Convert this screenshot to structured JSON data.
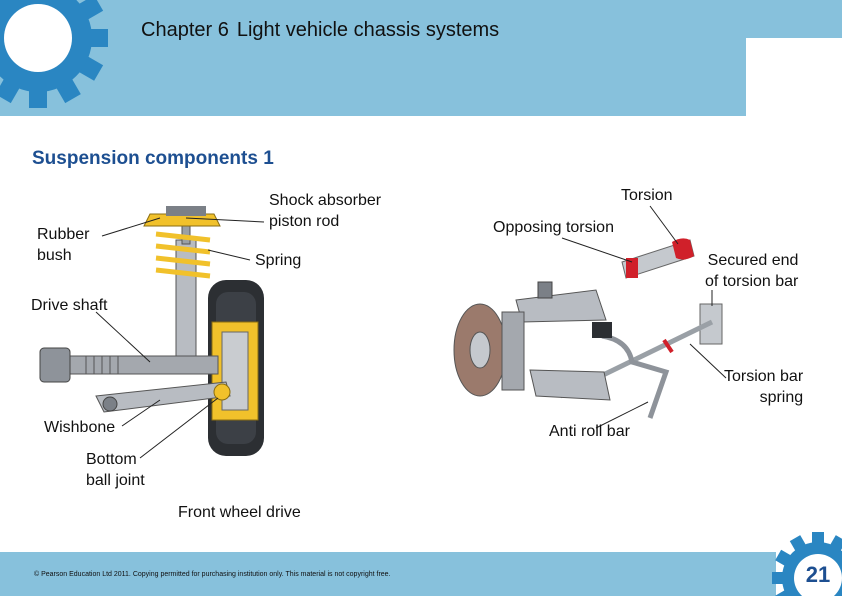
{
  "header": {
    "chapter": "Chapter 6",
    "title": "Light vehicle chassis systems"
  },
  "section_title": "Suspension components 1",
  "left_diagram": {
    "caption": "Front wheel drive",
    "labels": {
      "rubber_bush": [
        "Rubber",
        "bush"
      ],
      "shock_absorber": [
        "Shock absorber",
        "piston rod"
      ],
      "spring": "Spring",
      "drive_shaft": "Drive shaft",
      "wishbone": "Wishbone",
      "bottom_ball_joint": [
        "Bottom",
        "ball joint"
      ]
    }
  },
  "right_diagram": {
    "labels": {
      "torsion": "Torsion",
      "opposing_torsion": "Opposing torsion",
      "secured_end": [
        "Secured end",
        "of torsion bar"
      ],
      "torsion_bar_spring": [
        "Torsion bar",
        "spring"
      ],
      "anti_roll_bar": "Anti roll bar"
    }
  },
  "footer": {
    "copyright": "© Pearson Education Ltd 2011. Copying permitted for purchasing institution only. This material is not copyright free.",
    "page_number": "21"
  },
  "colors": {
    "header_band": "#87c1dc",
    "gear": "#2a86c2",
    "section_title": "#1d4f91",
    "accent_red": "#d0202a"
  }
}
